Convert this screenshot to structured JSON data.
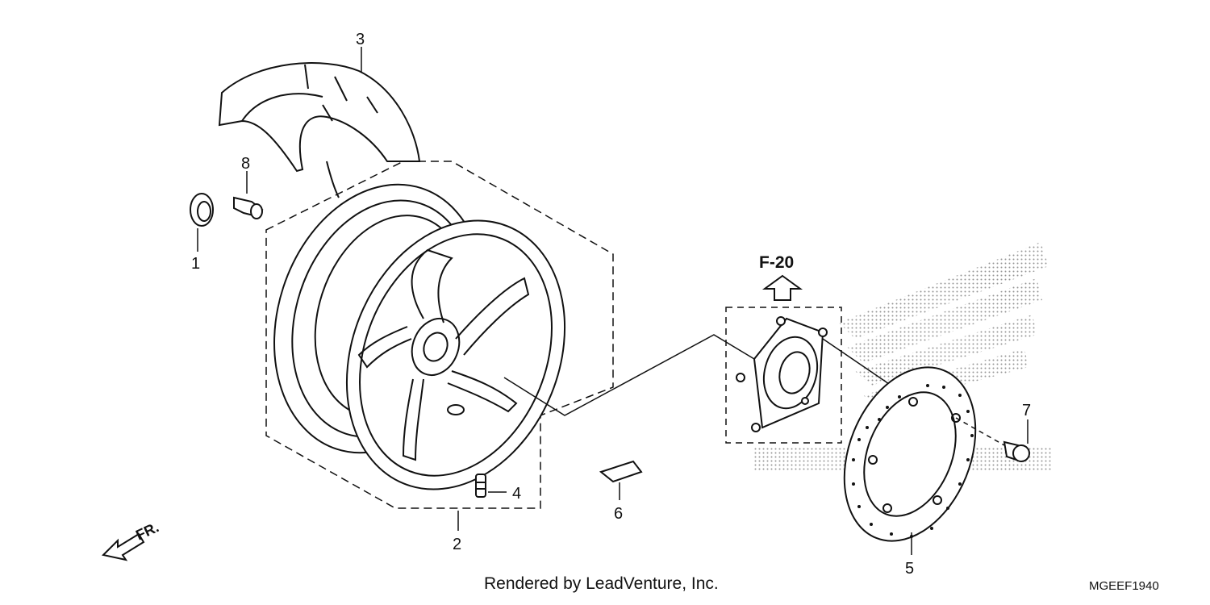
{
  "callouts": {
    "c1": "1",
    "c2": "2",
    "c3": "3",
    "c4": "4",
    "c5": "5",
    "c6": "6",
    "c7": "7",
    "c8": "8"
  },
  "reference": "F-20",
  "direction": "FR.",
  "credit": "Rendered by LeadVenture, Inc.",
  "diagram_code": "MGEEF1940",
  "colors": {
    "line": "#111111",
    "hatch": "#8a8a8a"
  }
}
